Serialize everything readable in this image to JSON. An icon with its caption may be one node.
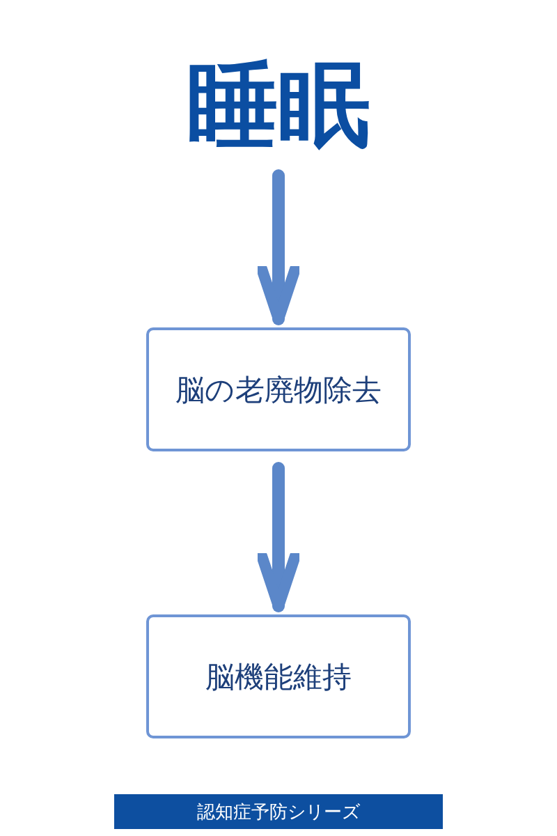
{
  "diagram": {
    "nodes": [
      {
        "text": [
          "睡眠"
        ]
      },
      {
        "text": [
          "脳の老廃物除去"
        ]
      },
      {
        "text": [
          "脳機能維持"
        ]
      }
    ],
    "edges": [
      {
        "from": 0,
        "to": 1,
        "arrow": "to"
      },
      {
        "from": 1,
        "to": 2,
        "arrow": "to"
      }
    ],
    "labels": [
      "認知症予防シリーズ"
    ]
  }
}
